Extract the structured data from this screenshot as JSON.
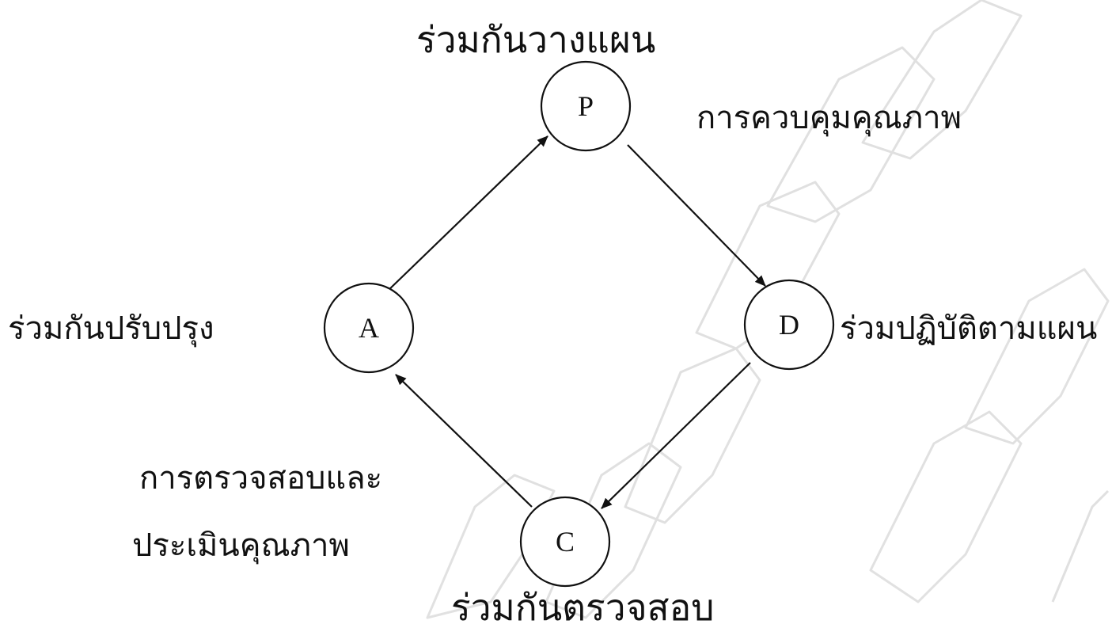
{
  "diagram": {
    "nodes": {
      "p": "P",
      "d": "D",
      "c": "C",
      "a": "A"
    },
    "labels": {
      "top": "ร่วมกันวางแผน",
      "top_right": "การควบคุมคุณภาพ",
      "right": "ร่วมปฏิบัติตามแผน",
      "left": "ร่วมกันปรับปรุง",
      "bottom_left_line1": "การตรวจสอบและ",
      "bottom_left_line2": "ประเมินคุณภาพ",
      "bottom": "ร่วมกันตรวจสอบ"
    },
    "edges": [
      {
        "from": "P",
        "to": "D"
      },
      {
        "from": "D",
        "to": "C"
      },
      {
        "from": "C",
        "to": "A"
      },
      {
        "from": "A",
        "to": "P"
      }
    ],
    "colors": {
      "ink": "#111111",
      "watermark": "#c8c8c8"
    }
  }
}
